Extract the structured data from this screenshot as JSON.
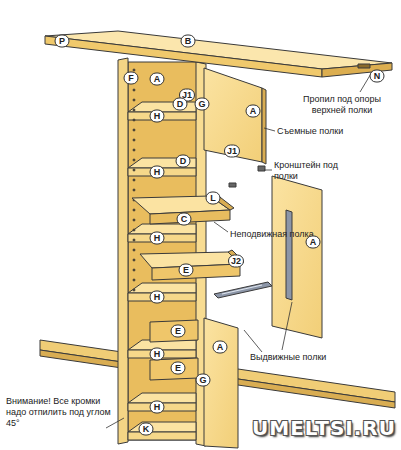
{
  "diagram": {
    "labels": [
      "P",
      "B",
      "N",
      "Пропил под опоры верхней полки",
      "F",
      "A",
      "J1",
      "D",
      "G",
      "H",
      "A",
      "Съемные полки",
      "J1",
      "D",
      "Кронштейн под полки",
      "H",
      "L",
      "C",
      "Неподвижная полка",
      "A",
      "H",
      "J2",
      "E",
      "H",
      "E",
      "Выдвижные полки",
      "A",
      "H",
      "E",
      "G",
      "Внимание! Все кромки надо отпилить под углом 45°",
      "H",
      "K",
      "UMELTSI.RU"
    ]
  }
}
